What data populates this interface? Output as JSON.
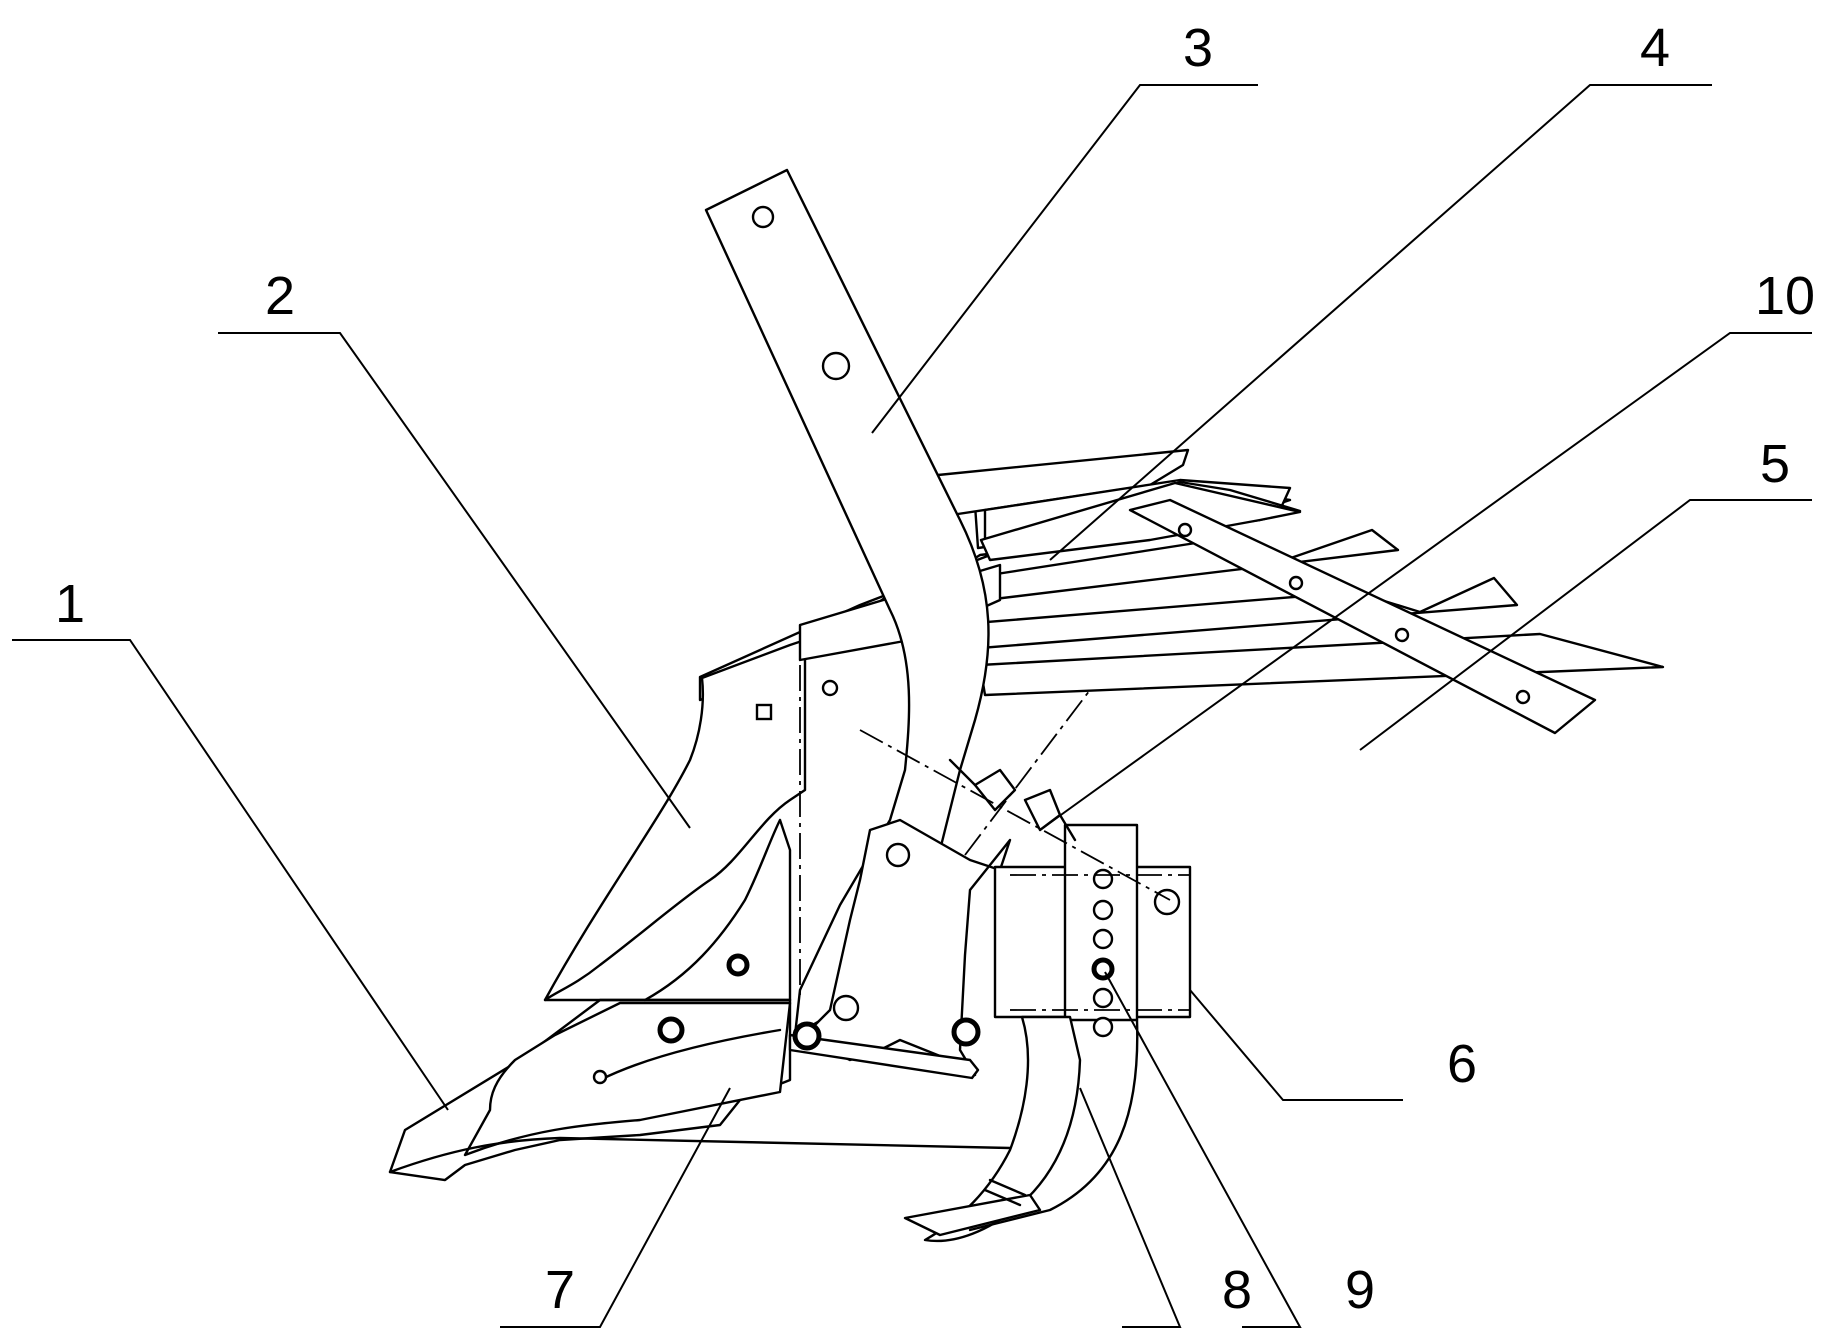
{
  "figure": {
    "labels": [
      {
        "id": "label-1",
        "text": "1"
      },
      {
        "id": "label-2",
        "text": "2"
      },
      {
        "id": "label-3",
        "text": "3"
      },
      {
        "id": "label-4",
        "text": "4"
      },
      {
        "id": "label-5",
        "text": "5"
      },
      {
        "id": "label-6",
        "text": "6"
      },
      {
        "id": "label-7",
        "text": "7"
      },
      {
        "id": "label-8",
        "text": "8"
      },
      {
        "id": "label-9",
        "text": "9"
      },
      {
        "id": "label-10",
        "text": "10"
      }
    ]
  },
  "colors": {
    "line": "#000000",
    "background": "#ffffff"
  }
}
